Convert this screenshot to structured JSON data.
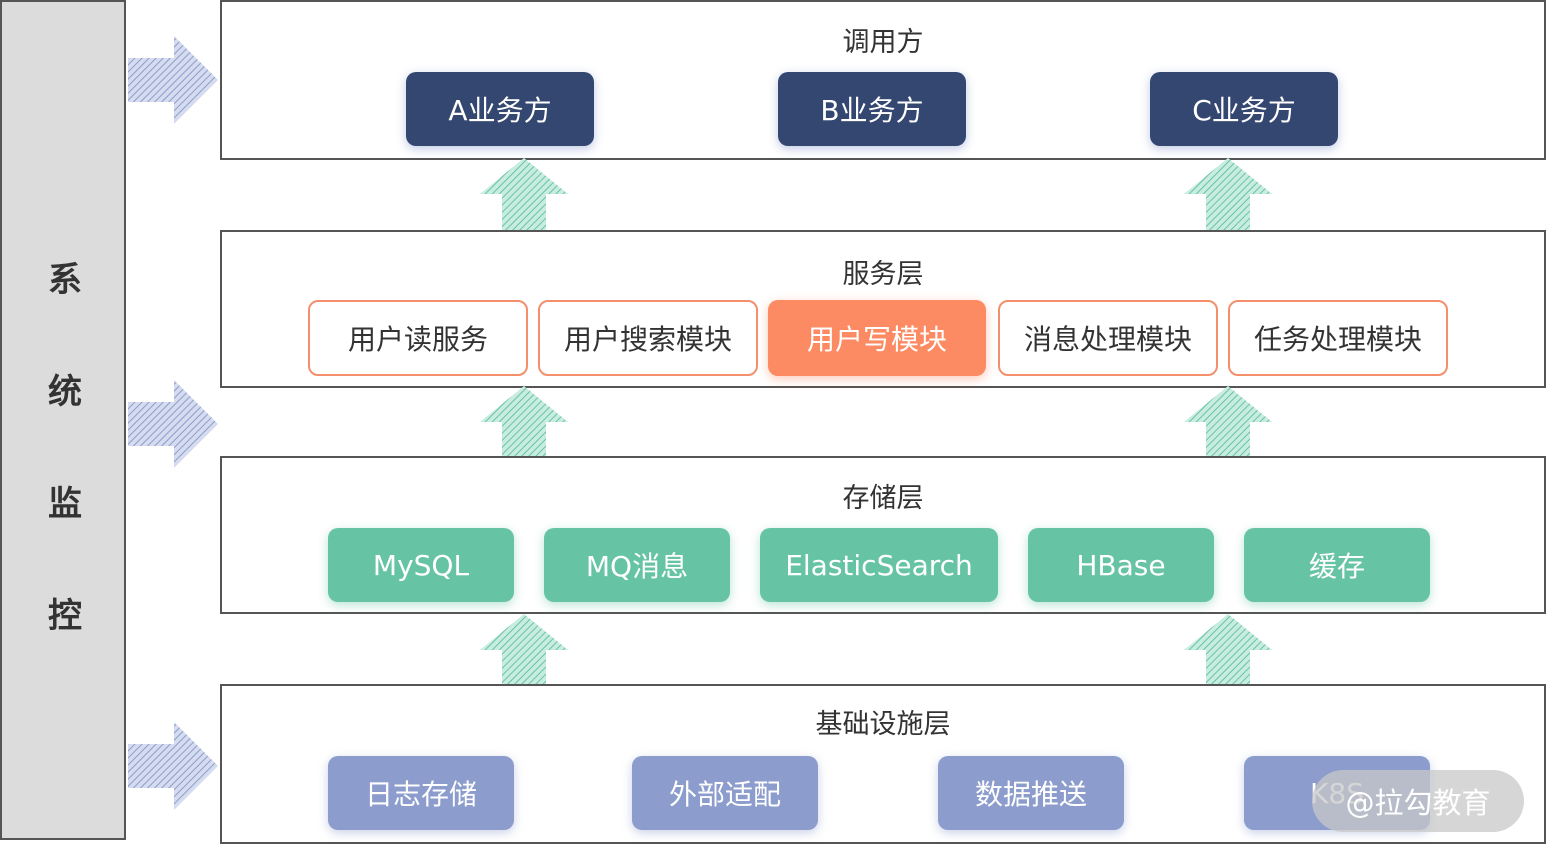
{
  "side_label": [
    "系",
    "统",
    "监",
    "控"
  ],
  "layers": {
    "caller": {
      "title": "调用方",
      "items": [
        "A业务方",
        "B业务方",
        "C业务方"
      ]
    },
    "service": {
      "title": "服务层",
      "items": [
        "用户读服务",
        "用户搜索模块",
        "用户写模块",
        "消息处理模块",
        "任务处理模块"
      ],
      "highlighted": "用户写模块"
    },
    "storage": {
      "title": "存储层",
      "items": [
        "MySQL",
        "MQ消息",
        "ElasticSearch",
        "HBase",
        "缓存"
      ]
    },
    "infra": {
      "title": "基础设施层",
      "items": [
        "日志存储",
        "外部适配",
        "数据推送",
        "K8S"
      ]
    }
  },
  "watermark": "@拉勾教育",
  "colors": {
    "caller_box": "#344771",
    "service_outline": "#f48f6c",
    "service_highlight": "#fc8a63",
    "storage_box": "#66c4a4",
    "infra_box": "#8c9ccc",
    "up_arrow": "#66c4a4",
    "side_arrow": "#8c9ccc"
  }
}
